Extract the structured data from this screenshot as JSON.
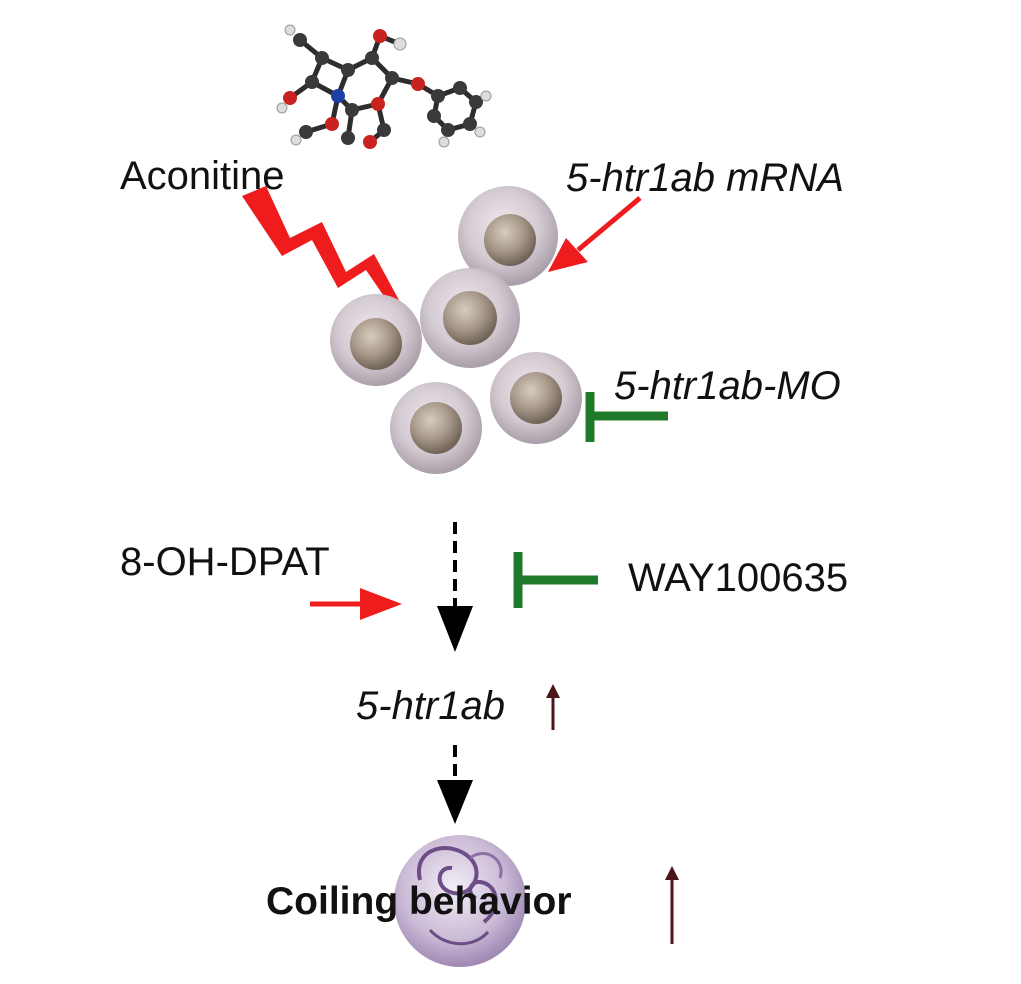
{
  "labels": {
    "aconitine": "Aconitine",
    "mrna": "5-htr1ab mRNA",
    "morpholino": "5-htr1ab-MO",
    "agonist": "8-OH-DPAT",
    "antagonist": "WAY100635",
    "gene": "5-htr1ab",
    "behavior": "Coiling behavior"
  },
  "colors": {
    "activate": "#ee1c1c",
    "inhibit": "#1e7a2a",
    "pathway": "#000000",
    "increase": "#4a1418",
    "embryo": "#c9bfc6",
    "coiling_embryo": "#b89ec2"
  },
  "icons": {
    "molecule": "aconitine-molecule-icon",
    "embryo": "zebrafish-embryo-icon",
    "coiling": "coiling-embryo-icon"
  }
}
